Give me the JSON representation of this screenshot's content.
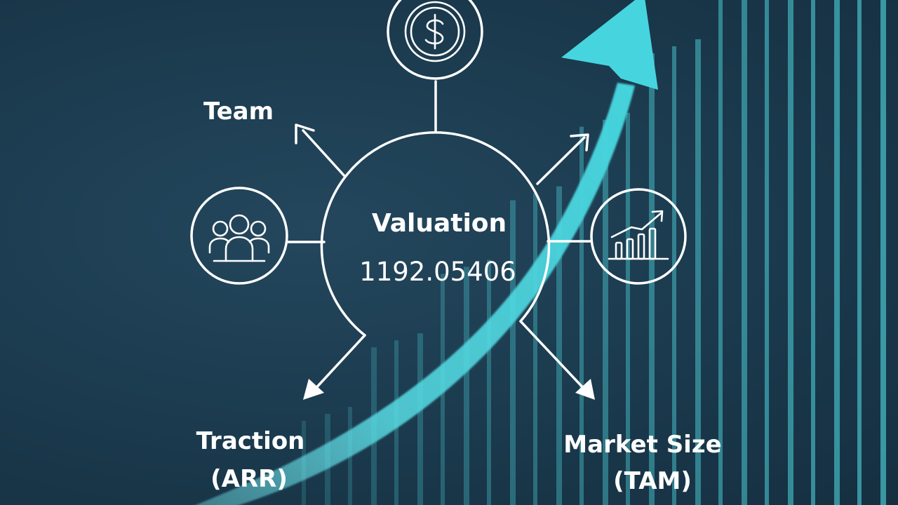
{
  "hub": {
    "title": "Valuation",
    "value": "1192.05406"
  },
  "factors": {
    "team": "Team",
    "traction_line1": "Traction",
    "traction_line2": "(ARR)",
    "market_line1": "Market Size",
    "market_line2": "(TAM)"
  },
  "icons": {
    "top": "dollar-coin-icon",
    "left": "team-people-icon",
    "right": "growth-bar-chart-icon"
  },
  "colors": {
    "background": "#1b3a4e",
    "accent": "#4fd6de",
    "line": "#ffffff"
  }
}
